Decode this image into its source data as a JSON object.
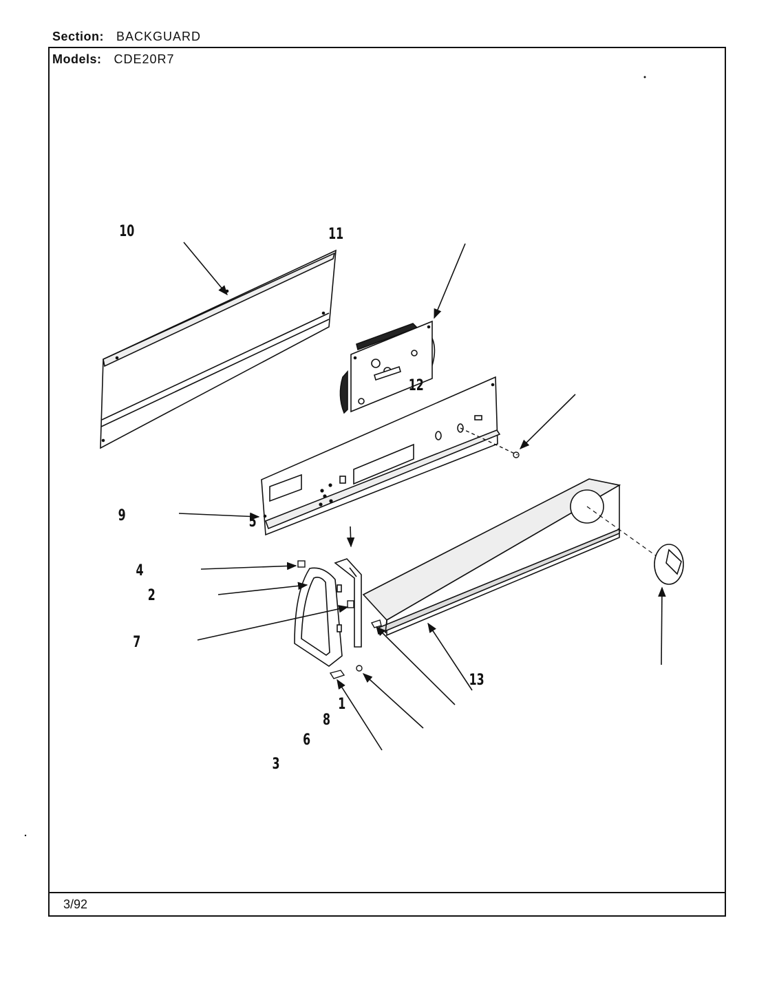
{
  "header": {
    "section_label": "Section:",
    "section_value": "BACKGUARD",
    "models_label": "Models:",
    "models_value": "CDE20R7"
  },
  "footer": {
    "date": "3/92"
  },
  "callouts": {
    "c1": "1",
    "c2": "2",
    "c3": "3",
    "c4": "4",
    "c5": "5",
    "c6": "6",
    "c7": "7",
    "c8": "8",
    "c9": "9",
    "c10": "10",
    "c11": "11",
    "c12": "12",
    "c13": "13"
  }
}
